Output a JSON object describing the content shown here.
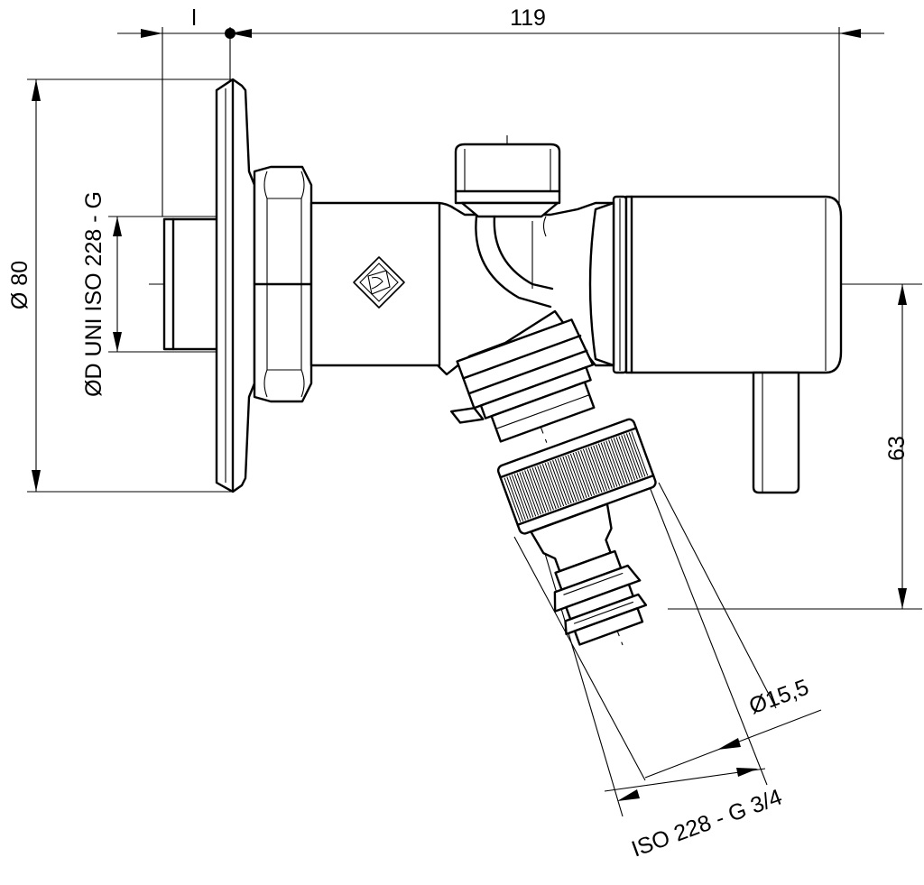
{
  "dimensions": {
    "l": "l",
    "length_119": "119",
    "dia_80": "Ø 80",
    "thread_inlet": "ØD UNI ISO 228 - G",
    "height_63": "63",
    "dia_15_5": "Ø15,5",
    "thread_outlet": "ISO 228 - G 3/4"
  },
  "colors": {
    "line": "#000000",
    "background": "#ffffff"
  }
}
